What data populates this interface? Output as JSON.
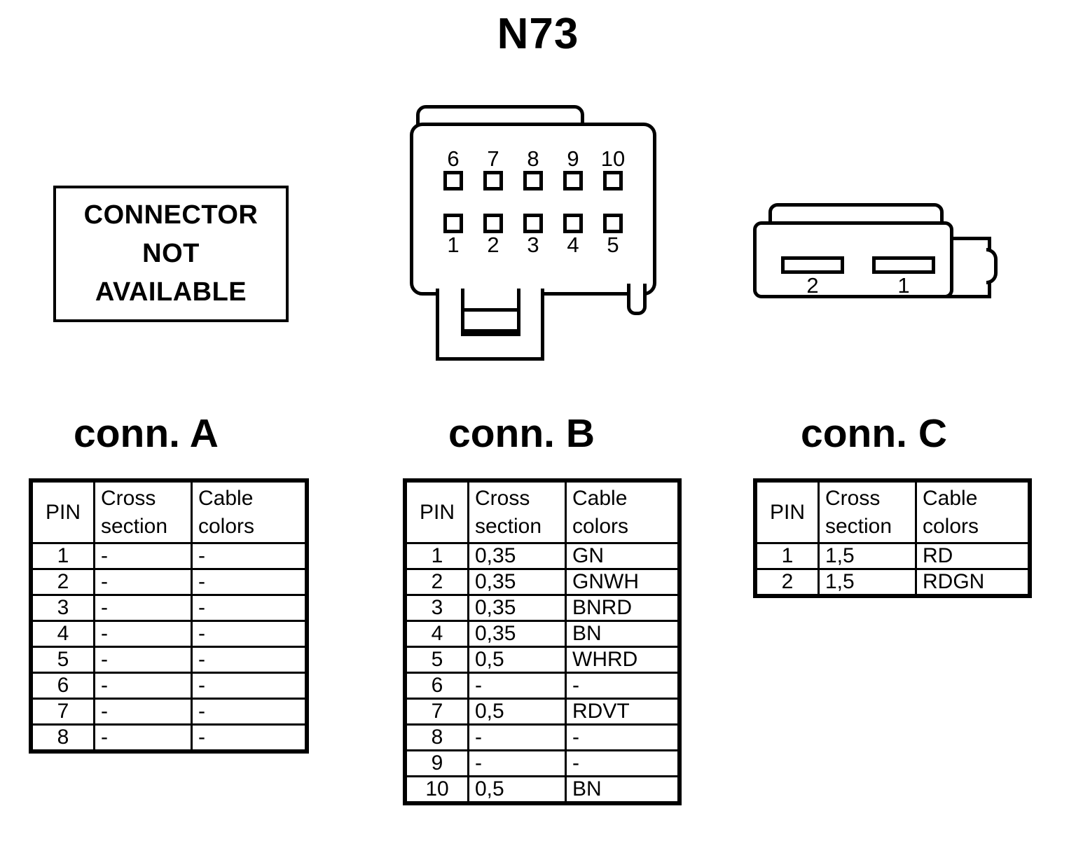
{
  "title": "N73",
  "connector_a": {
    "heading": "conn. A",
    "graphic_notice": [
      "CONNECTOR",
      "NOT",
      "AVAILABLE"
    ],
    "table": {
      "headers": {
        "pin": "PIN",
        "cross_section_l1": "Cross",
        "cross_section_l2": "section",
        "cable_colors_l1": "Cable",
        "cable_colors_l2": "colors"
      },
      "rows": [
        {
          "pin": "1",
          "cross_section": "-",
          "cable_colors": "-"
        },
        {
          "pin": "2",
          "cross_section": "-",
          "cable_colors": "-"
        },
        {
          "pin": "3",
          "cross_section": "-",
          "cable_colors": "-"
        },
        {
          "pin": "4",
          "cross_section": "-",
          "cable_colors": "-"
        },
        {
          "pin": "5",
          "cross_section": "-",
          "cable_colors": "-"
        },
        {
          "pin": "6",
          "cross_section": "-",
          "cable_colors": "-"
        },
        {
          "pin": "7",
          "cross_section": "-",
          "cable_colors": "-"
        },
        {
          "pin": "8",
          "cross_section": "-",
          "cable_colors": "-"
        }
      ]
    }
  },
  "connector_b": {
    "heading": "conn. B",
    "graphic_pins_top": [
      "6",
      "7",
      "8",
      "9",
      "10"
    ],
    "graphic_pins_bottom": [
      "1",
      "2",
      "3",
      "4",
      "5"
    ],
    "table": {
      "headers": {
        "pin": "PIN",
        "cross_section_l1": "Cross",
        "cross_section_l2": "section",
        "cable_colors_l1": "Cable",
        "cable_colors_l2": "colors"
      },
      "rows": [
        {
          "pin": "1",
          "cross_section": "0,35",
          "cable_colors": "GN"
        },
        {
          "pin": "2",
          "cross_section": "0,35",
          "cable_colors": "GNWH"
        },
        {
          "pin": "3",
          "cross_section": "0,35",
          "cable_colors": "BNRD"
        },
        {
          "pin": "4",
          "cross_section": "0,35",
          "cable_colors": "BN"
        },
        {
          "pin": "5",
          "cross_section": "0,5",
          "cable_colors": "WHRD"
        },
        {
          "pin": "6",
          "cross_section": "-",
          "cable_colors": "-"
        },
        {
          "pin": "7",
          "cross_section": "0,5",
          "cable_colors": "RDVT"
        },
        {
          "pin": "8",
          "cross_section": "-",
          "cable_colors": "-"
        },
        {
          "pin": "9",
          "cross_section": "-",
          "cable_colors": "-"
        },
        {
          "pin": "10",
          "cross_section": "0,5",
          "cable_colors": "BN"
        }
      ]
    }
  },
  "connector_c": {
    "heading": "conn. C",
    "graphic_slots": [
      "2",
      "1"
    ],
    "table": {
      "headers": {
        "pin": "PIN",
        "cross_section_l1": "Cross",
        "cross_section_l2": "section",
        "cable_colors_l1": "Cable",
        "cable_colors_l2": "colors"
      },
      "rows": [
        {
          "pin": "1",
          "cross_section": "1,5",
          "cable_colors": "RD"
        },
        {
          "pin": "2",
          "cross_section": "1,5",
          "cable_colors": "RDGN"
        }
      ]
    }
  },
  "colors": {
    "ink": "#000000",
    "background": "#ffffff"
  }
}
